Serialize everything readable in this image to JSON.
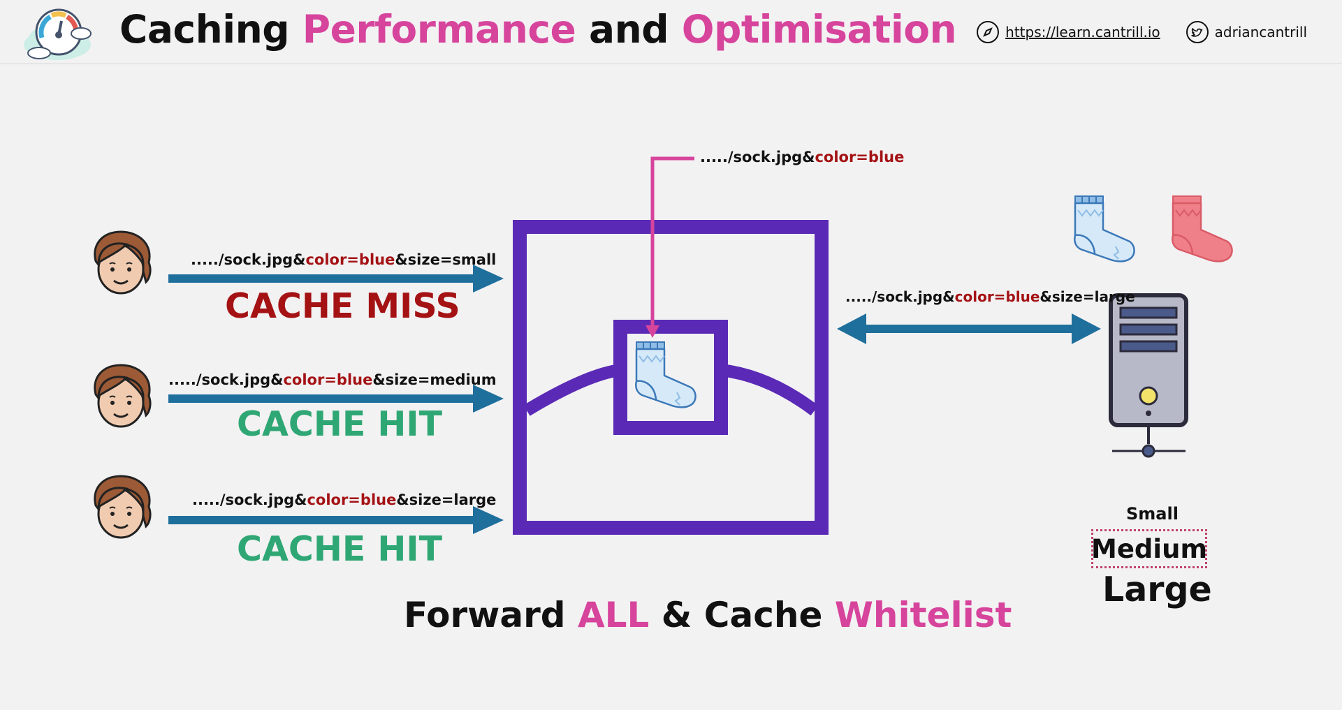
{
  "header": {
    "title_part1": "Caching ",
    "title_part2": "Performance",
    "title_part3": " and ",
    "title_part4": "Optimisation",
    "url": "https://learn.cantrill.io",
    "twitter_handle": "adriancantrill"
  },
  "requests": [
    {
      "path": "...../sock.jpg&",
      "param_color": "color=blue",
      "param_size": "&size=small",
      "status": "CACHE MISS"
    },
    {
      "path": "...../sock.jpg&",
      "param_color": "color=blue",
      "param_size": "&size=medium",
      "status": "CACHE HIT"
    },
    {
      "path": "...../sock.jpg&",
      "param_color": "color=blue",
      "param_size": "&size=large",
      "status": "CACHE HIT"
    }
  ],
  "cache_key": {
    "path": "...../sock.jpg&",
    "param_color": "color=blue"
  },
  "origin_request": {
    "path": "...../sock.jpg&",
    "param_color": "color=blue",
    "param_size": "&size=large"
  },
  "sizes": {
    "small": "Small",
    "medium": "Medium",
    "large": "Large"
  },
  "footer": {
    "part1": "Forward ",
    "part2": "ALL",
    "part3": " & Cache ",
    "part4": "Whitelist"
  },
  "colors": {
    "accent_pink": "#d6449c",
    "cache_miss_red": "#a41214",
    "cache_hit_green": "#2fa774",
    "arrow_blue": "#1f6f9c",
    "edge_purple": "#5a2ab6"
  }
}
